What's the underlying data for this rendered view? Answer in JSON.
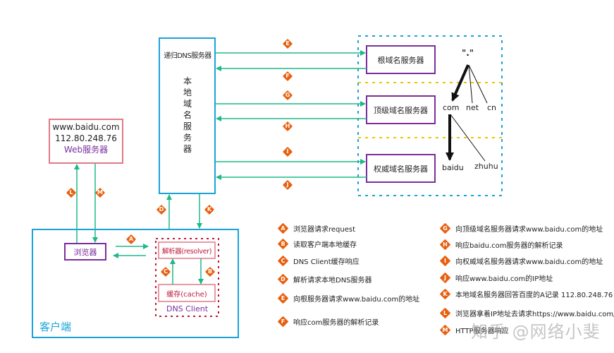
{
  "colors": {
    "arrow": "#1fb88a",
    "local_dns_border": "#1aa3d9",
    "client_border": "#1aa3d9",
    "web_server_border": "#e07a86",
    "server_box_border": "#7b2e9e",
    "dns_client_border": "#c0183a",
    "badge": "#e8600f",
    "yellow_divider": "#e8c500",
    "purple_text": "#7b2e9e",
    "red_text": "#c0183a",
    "blue_text": "#1aa3d9"
  },
  "web_server": {
    "domain": "www.baidu.com",
    "ip": "112.80.248.76",
    "label": "Web服务器"
  },
  "local_dns": {
    "title": "递归DNS服务器",
    "vertical_label": [
      "本",
      "地",
      "域",
      "名",
      "服",
      "务",
      "器"
    ]
  },
  "servers": {
    "root": "根域名服务器",
    "tld": "顶级域名服务器",
    "authoritative": "权威域名服务器"
  },
  "domain_tree": {
    "root": "\".\"",
    "level1": [
      "com",
      "net",
      "cn"
    ],
    "level2": [
      "baidu",
      "zhuhu"
    ]
  },
  "client": {
    "label": "客户端",
    "browser": "浏览器",
    "resolver": "解析器(resolver)",
    "cache": "缓存(cache)",
    "dns_client": "DNS Client"
  },
  "badges": [
    "A",
    "B",
    "C",
    "D",
    "E",
    "F",
    "G",
    "H",
    "I",
    "J",
    "K",
    "L",
    "M"
  ],
  "legend": [
    {
      "key": "A",
      "text": "浏览器请求request"
    },
    {
      "key": "B",
      "text": "读取客户端本地缓存"
    },
    {
      "key": "C",
      "text": "DNS Client缓存响应"
    },
    {
      "key": "D",
      "text": "解析请求本地DNS服务器"
    },
    {
      "key": "E",
      "text": "向根服务器请求www.baidu.com的地址"
    },
    {
      "key": "F",
      "text": "响应com服务器的解析记录"
    },
    {
      "key": "G",
      "text": "向顶级域名服务器请求www.baidu.com的地址"
    },
    {
      "key": "H",
      "text": "响应baidu.com服务器的解析记录"
    },
    {
      "key": "I",
      "text": "向权威域名服务器请求www.baidu.com的地址"
    },
    {
      "key": "J",
      "text": "响应www.baidu.com的IP地址"
    },
    {
      "key": "K",
      "text": "本地域名服务器回答百度的A记录 112.80.248.76"
    },
    {
      "key": "L",
      "text": "浏览器拿着IP地址去请求https://www.baidu.com/"
    },
    {
      "key": "M",
      "text": "HTTP服务器响应"
    }
  ],
  "watermark": "知乎 @网络小斐"
}
